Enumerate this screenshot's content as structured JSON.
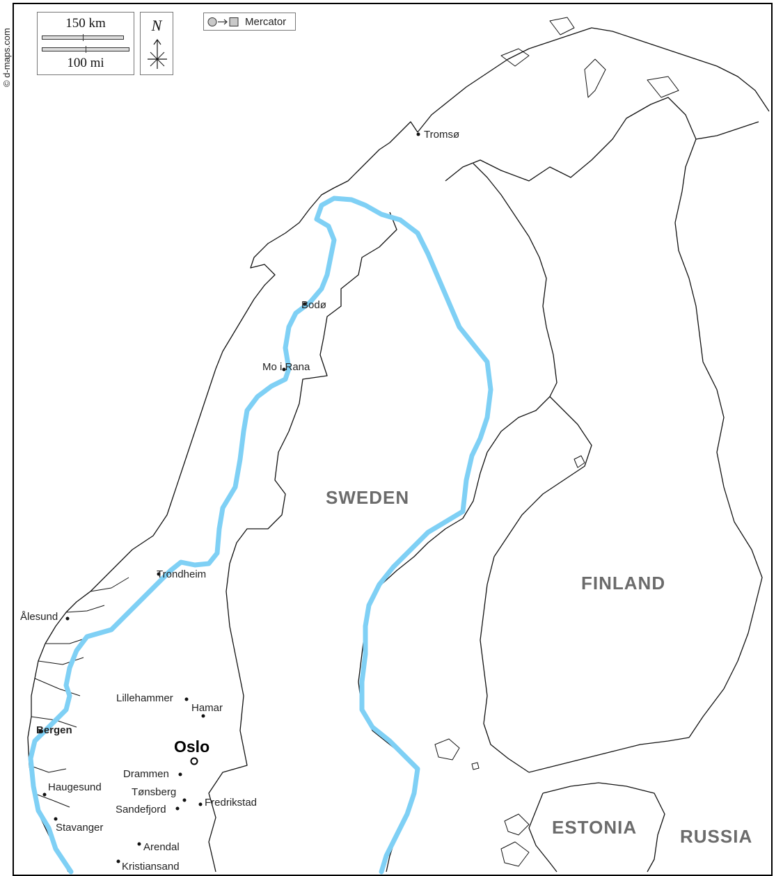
{
  "copyright": "© d-maps.com",
  "scale": {
    "km_label": "150 km",
    "mi_label": "100 mi"
  },
  "compass": {
    "north_label": "N"
  },
  "projection": {
    "label": "Mercator"
  },
  "countries": {
    "sweden": "SWEDEN",
    "finland": "FINLAND",
    "estonia": "ESTONIA",
    "russia": "RUSSIA"
  },
  "capital": {
    "oslo": "Oslo"
  },
  "cities": {
    "tromso": "Tromsø",
    "bodo": "Bodø",
    "mo_i_rana": "Mo i Rana",
    "trondheim": "Trondheim",
    "alesund": "Ålesund",
    "bergen": "Bergen",
    "lillehammer": "Lillehammer",
    "hamar": "Hamar",
    "drammen": "Drammen",
    "tonsberg": "Tønsberg",
    "fredrikstad": "Fredrikstad",
    "sandefjord": "Sandefjord",
    "haugesund": "Haugesund",
    "stavanger": "Stavanger",
    "arendal": "Arendal",
    "kristiansand": "Kristiansand"
  },
  "colors": {
    "highlight_outline": "#7fd0f5",
    "border": "#111111",
    "country_label": "#6b6b6b"
  }
}
